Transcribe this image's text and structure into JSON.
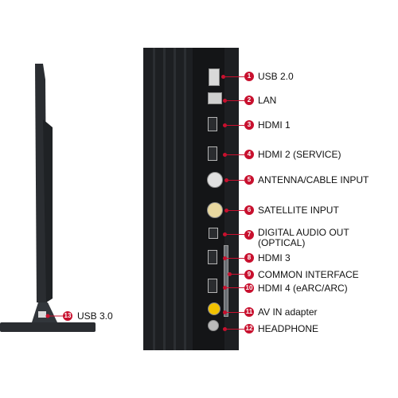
{
  "callouts": [
    {
      "num": "1",
      "label": "USB 2.0"
    },
    {
      "num": "2",
      "label": "LAN"
    },
    {
      "num": "3",
      "label": "HDMI 1"
    },
    {
      "num": "4",
      "label": "HDMI 2 (SERVICE)"
    },
    {
      "num": "5",
      "label": "ANTENNA/CABLE INPUT"
    },
    {
      "num": "6",
      "label": "SATELLITE INPUT"
    },
    {
      "num": "7",
      "label": "DIGITAL AUDIO OUT",
      "label2": "(OPTICAL)"
    },
    {
      "num": "8",
      "label": "HDMI 3"
    },
    {
      "num": "9",
      "label": "COMMON INTERFACE"
    },
    {
      "num": "10",
      "label": "HDMI 4 (eARC/ARC)"
    },
    {
      "num": "11",
      "label": "AV IN adapter"
    },
    {
      "num": "12",
      "label": "HEADPHONE"
    },
    {
      "num": "13",
      "label": "USB 3.0"
    }
  ],
  "colors": {
    "accent": "#c8102e",
    "panel": "#1d1f22",
    "tv_body": "#2a2d31"
  }
}
